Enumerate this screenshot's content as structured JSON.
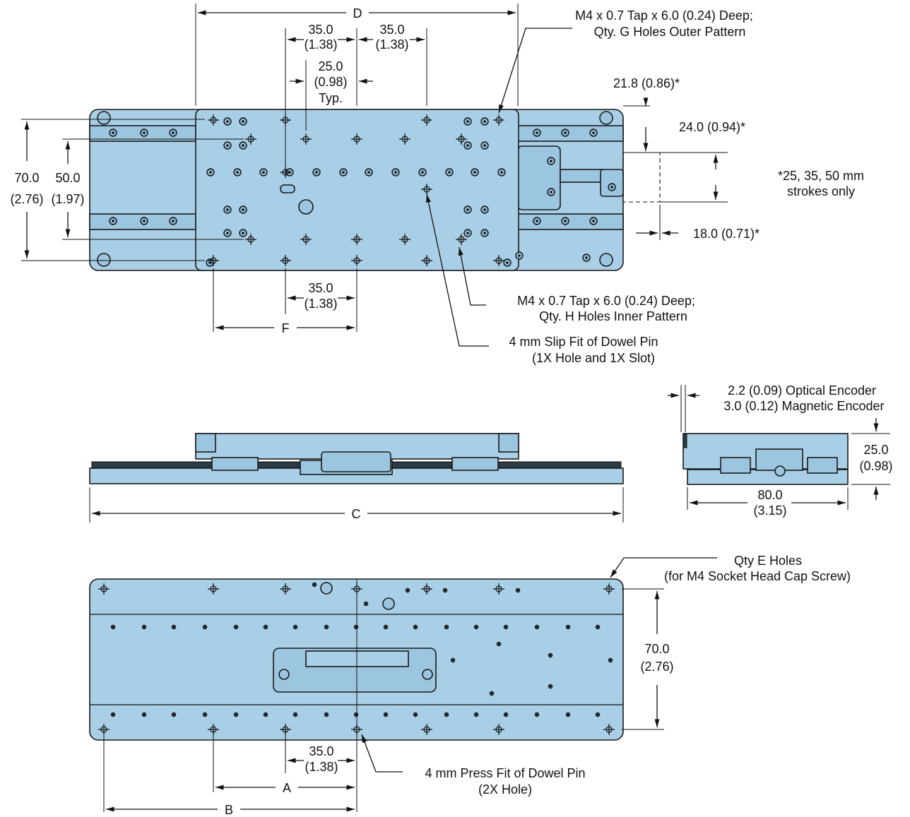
{
  "dims": {
    "D": "D",
    "top_35_left": "35.0",
    "top_138_left": "(1.38)",
    "top_35_right": "35.0",
    "top_138_right": "(1.38)",
    "d25": "25.0",
    "d098": "(0.98)",
    "typ": "Typ.",
    "d70": "70.0",
    "d276": "(2.76)",
    "d50": "50.0",
    "d197": "(1.97)",
    "mid_35": "35.0",
    "mid_138": "(1.38)",
    "F": "F",
    "d218": "21.8 (0.86)*",
    "d240": "24.0 (0.94)*",
    "d180": "18.0 (0.71)*",
    "strokes_1": "*25, 35, 50 mm",
    "strokes_2": "strokes only",
    "C": "C",
    "enc_1": "2.2 (0.09) Optical Encoder",
    "enc_2": "3.0 (0.12) Magnetic Encoder",
    "side_25": "25.0",
    "side_098": "(0.98)",
    "side_80": "80.0",
    "side_315": "(3.15)",
    "bot_70": "70.0",
    "bot_276": "(2.76)",
    "bot_35": "35.0",
    "bot_138": "(1.38)",
    "A": "A",
    "B": "B"
  },
  "callouts": {
    "outer_1": "M4 x 0.7 Tap x 6.0 (0.24) Deep;",
    "outer_2": "Qty. G Holes Outer Pattern",
    "inner_1": "M4 x 0.7 Tap x 6.0 (0.24) Deep;",
    "inner_2": "Qty. H Holes Inner Pattern",
    "slip_1": "4 mm Slip Fit of Dowel Pin",
    "slip_2": "(1X Hole and 1X Slot)",
    "qtye_1": "Qty E Holes",
    "qtye_2": "(for M4 Socket Head Cap Screw)",
    "press_1": "4 mm Press Fit of Dowel Pin",
    "press_2": "(2X Hole)"
  }
}
